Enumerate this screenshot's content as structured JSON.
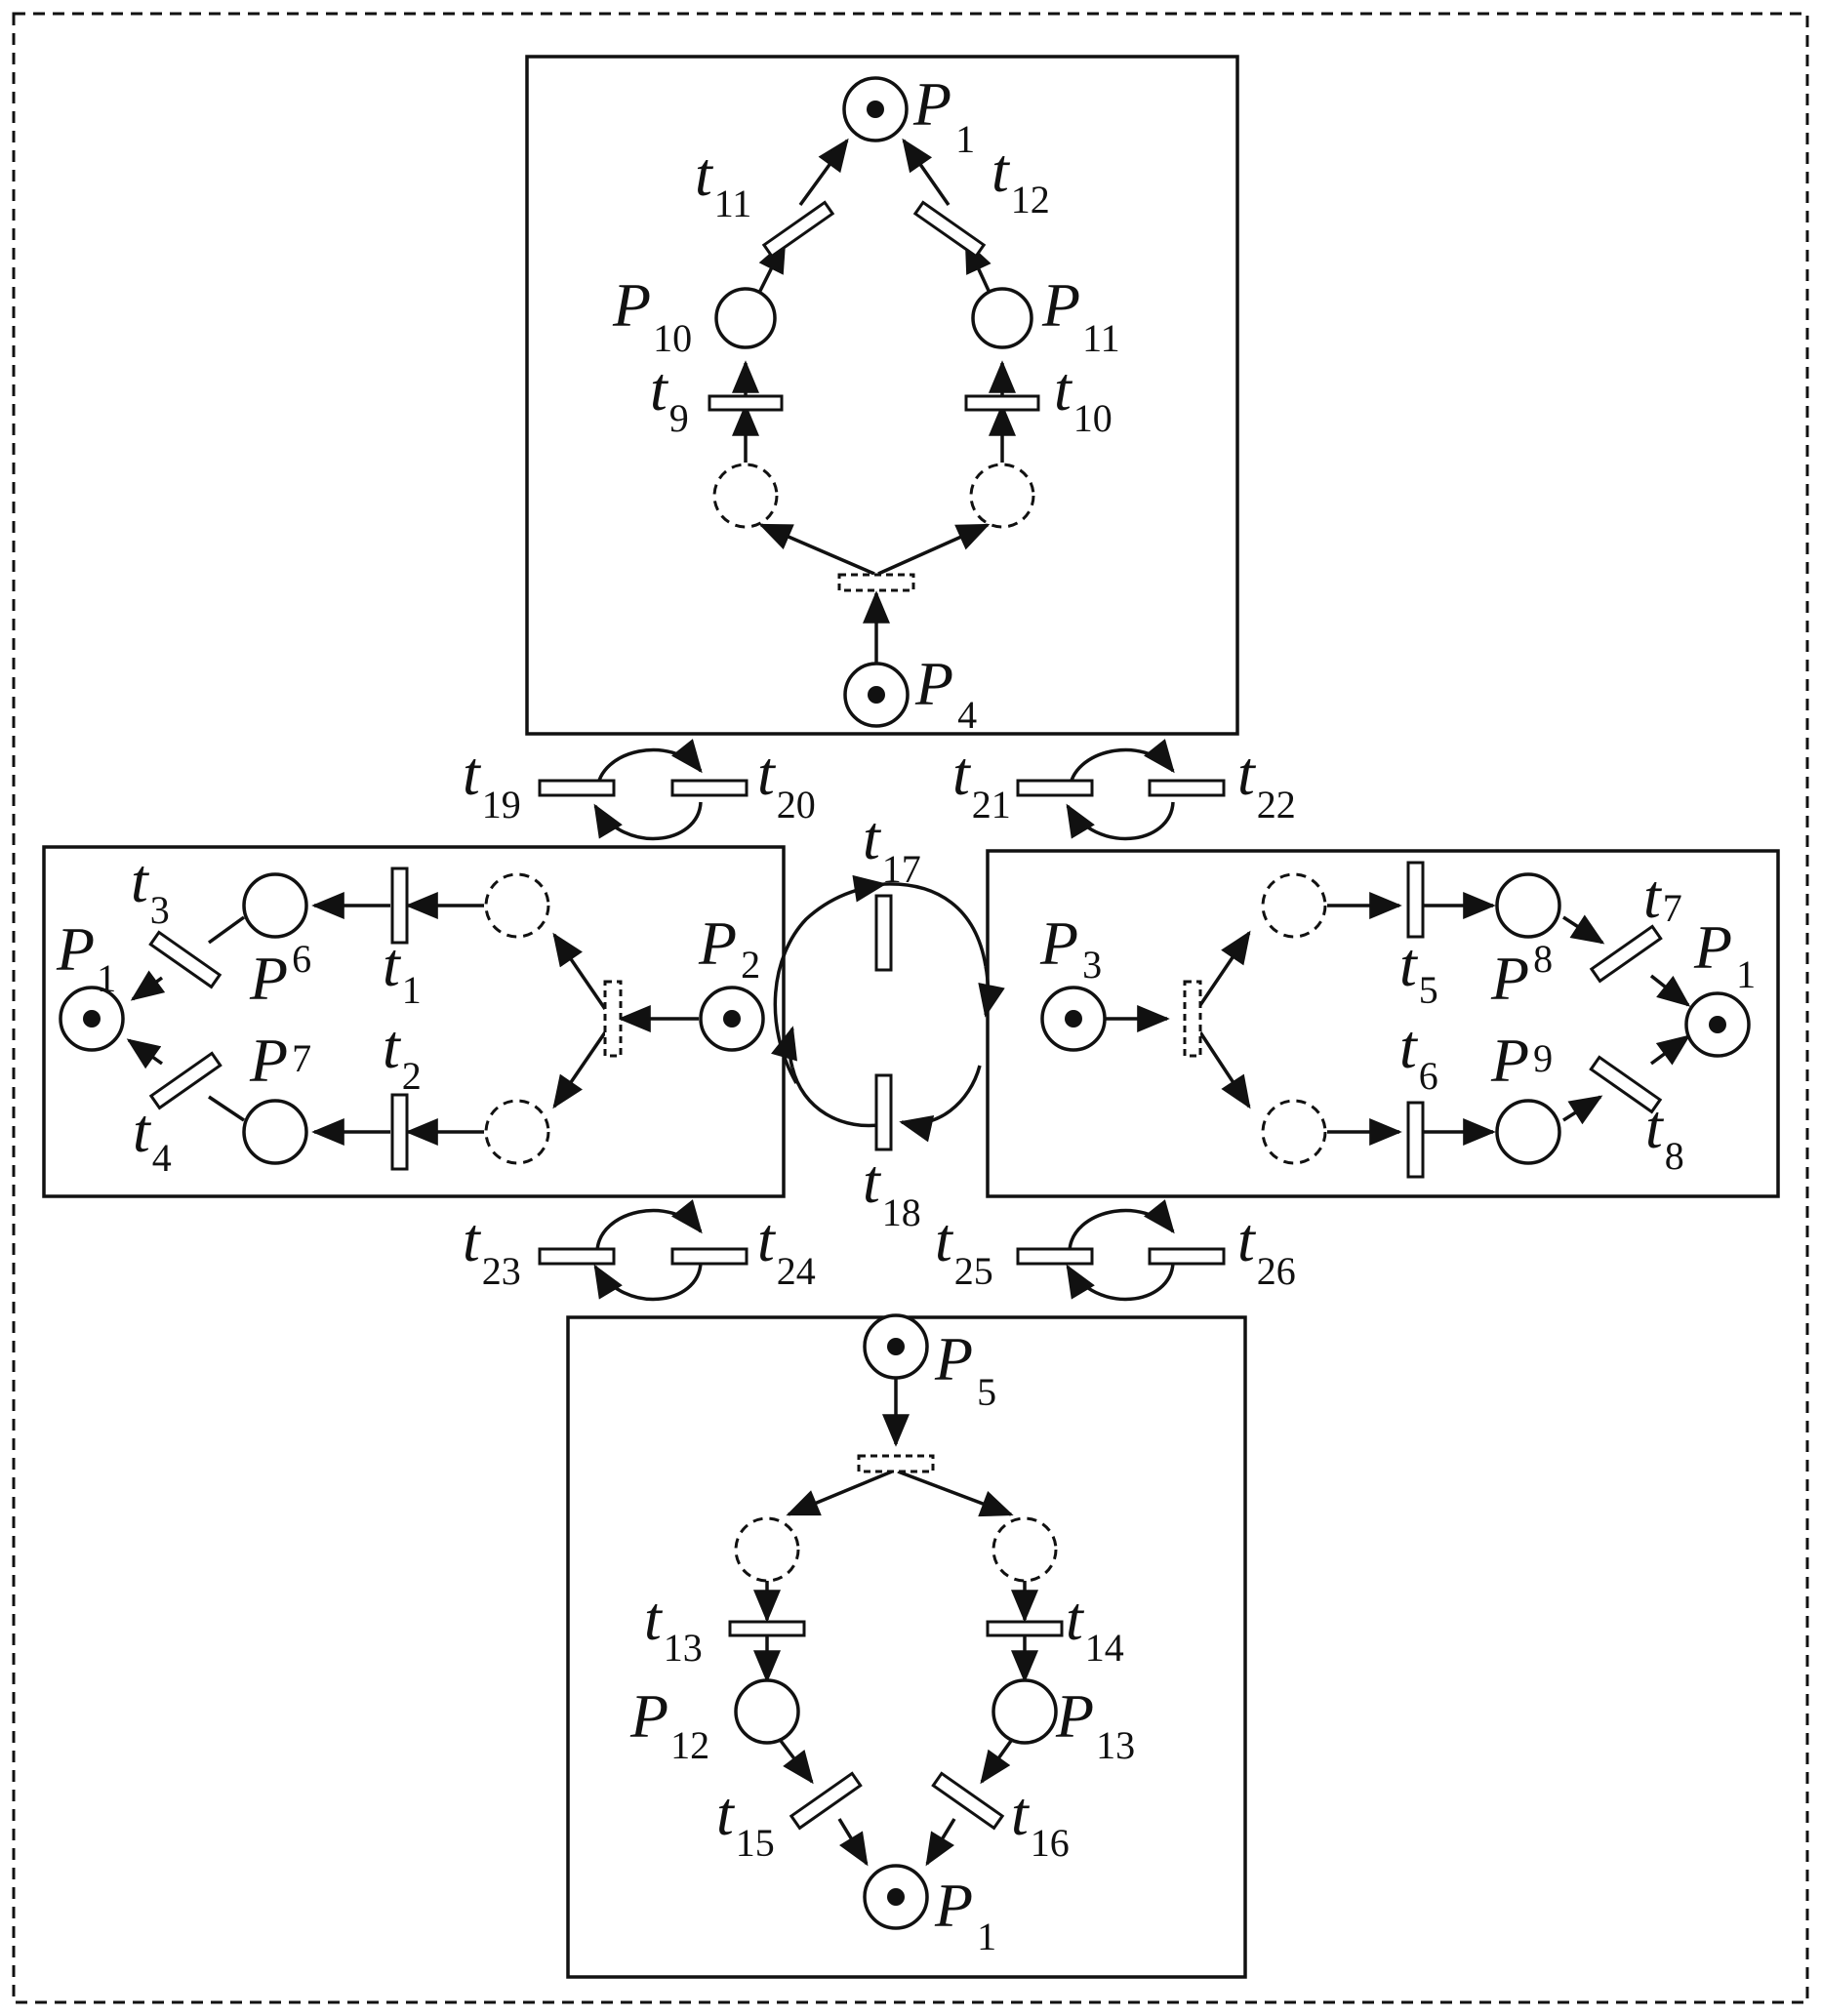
{
  "labels": {
    "P1_top": {
      "base": "P",
      "sub": "1"
    },
    "P4": {
      "base": "P",
      "sub": "4"
    },
    "P10": {
      "base": "P",
      "sub": "10"
    },
    "P11": {
      "base": "P",
      "sub": "11"
    },
    "t9": {
      "base": "t",
      "sub": "9"
    },
    "t10": {
      "base": "t",
      "sub": "10"
    },
    "t11": {
      "base": "t",
      "sub": "11"
    },
    "t12": {
      "base": "t",
      "sub": "12"
    },
    "t19": {
      "base": "t",
      "sub": "19"
    },
    "t20": {
      "base": "t",
      "sub": "20"
    },
    "t21": {
      "base": "t",
      "sub": "21"
    },
    "t22": {
      "base": "t",
      "sub": "22"
    },
    "P1_left": {
      "base": "P",
      "sub": "1"
    },
    "P2": {
      "base": "P",
      "sub": "2"
    },
    "P6": {
      "base": "P",
      "sub": "6"
    },
    "P7": {
      "base": "P",
      "sub": "7"
    },
    "t1": {
      "base": "t",
      "sub": "1"
    },
    "t2": {
      "base": "t",
      "sub": "2"
    },
    "t3": {
      "base": "t",
      "sub": "3"
    },
    "t4": {
      "base": "t",
      "sub": "4"
    },
    "t17": {
      "base": "t",
      "sub": "17"
    },
    "t18": {
      "base": "t",
      "sub": "18"
    },
    "P1_right": {
      "base": "P",
      "sub": "1"
    },
    "P3": {
      "base": "P",
      "sub": "3"
    },
    "P8": {
      "base": "P",
      "sub": "8"
    },
    "P9": {
      "base": "P",
      "sub": "9"
    },
    "t5": {
      "base": "t",
      "sub": "5"
    },
    "t6": {
      "base": "t",
      "sub": "6"
    },
    "t7": {
      "base": "t",
      "sub": "7"
    },
    "t8": {
      "base": "t",
      "sub": "8"
    },
    "t23": {
      "base": "t",
      "sub": "23"
    },
    "t24": {
      "base": "t",
      "sub": "24"
    },
    "t25": {
      "base": "t",
      "sub": "25"
    },
    "t26": {
      "base": "t",
      "sub": "26"
    },
    "P5": {
      "base": "P",
      "sub": "5"
    },
    "P12": {
      "base": "P",
      "sub": "12"
    },
    "P13": {
      "base": "P",
      "sub": "13"
    },
    "t13": {
      "base": "t",
      "sub": "13"
    },
    "t14": {
      "base": "t",
      "sub": "14"
    },
    "t15": {
      "base": "t",
      "sub": "15"
    },
    "t16": {
      "base": "t",
      "sub": "16"
    },
    "P1_bottom": {
      "base": "P",
      "sub": "1"
    }
  }
}
